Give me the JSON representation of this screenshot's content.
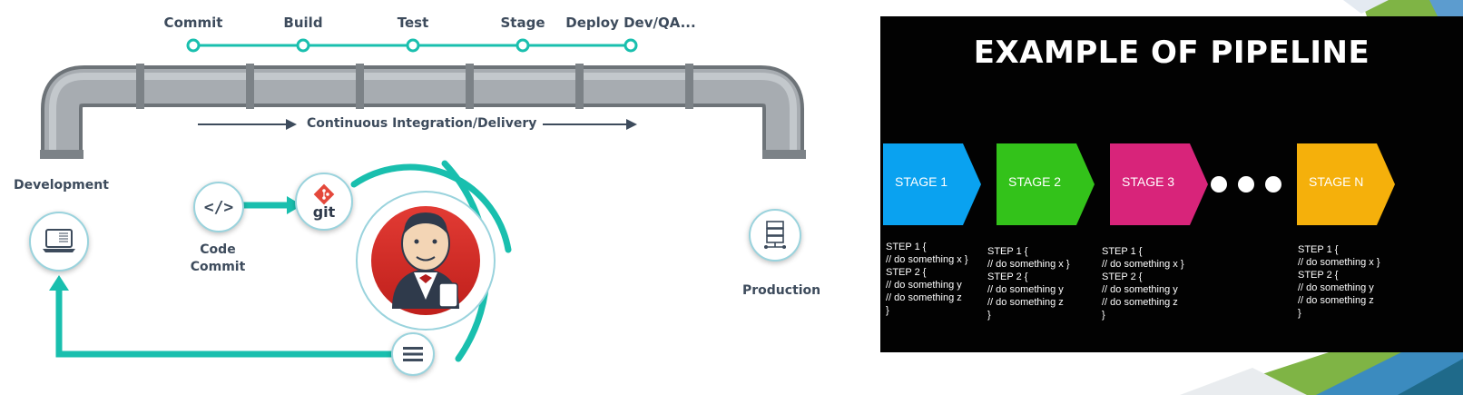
{
  "left_diagram": {
    "stages": [
      "Commit",
      "Build",
      "Test",
      "Stage",
      "Deploy Dev/QA..."
    ],
    "flow_label": "Continuous Integration/Delivery",
    "development_label": "Development",
    "production_label": "Production",
    "code_commit_label": [
      "Code",
      "Commit"
    ],
    "git_label": "git",
    "code_symbol": "</>"
  },
  "right_panel": {
    "title": "EXAMPLE OF PIPELINE",
    "stages": [
      {
        "label": "STAGE 1",
        "color": "#0aa2f0",
        "steps": "STEP 1 {\n// do something x }\nSTEP 2 {\n// do something y\n// do something z\n}"
      },
      {
        "label": "STAGE 2",
        "color": "#33c21a",
        "steps": "STEP 1 {\n// do something x }\nSTEP 2 {\n// do something y\n// do something z\n}"
      },
      {
        "label": "STAGE 3",
        "color": "#d8247a",
        "steps": "STEP 1 {\n// do something x }\nSTEP 2 {\n// do something y\n// do something z\n}"
      },
      {
        "label": "STAGE N",
        "color": "#f5b00b",
        "steps": "STEP 1 {\n// do something x }\nSTEP 2 {\n// do something y\n// do something z\n}"
      }
    ]
  },
  "colors": {
    "teal": "#19bfae",
    "pipe": "#9ea3a8",
    "text": "#3d4b5c"
  }
}
